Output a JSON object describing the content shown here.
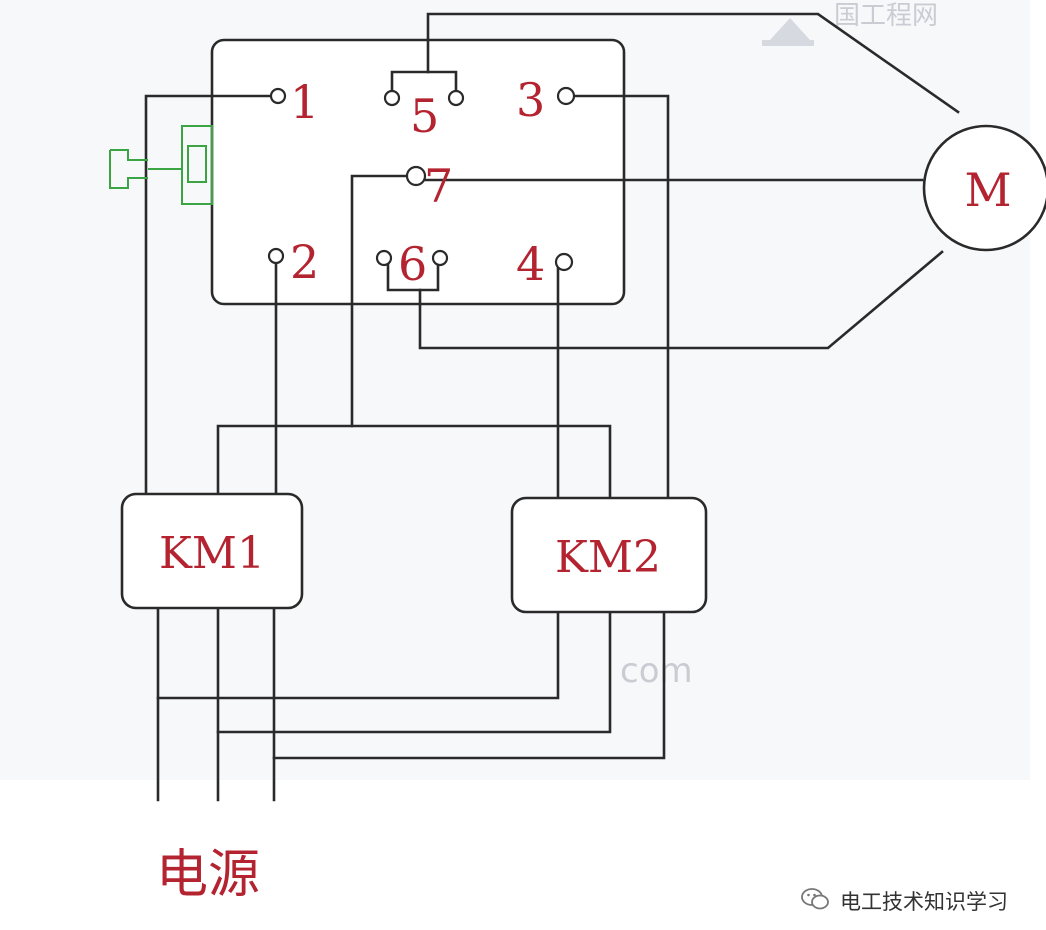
{
  "motor": {
    "label": "M"
  },
  "terminals": {
    "t1": "1",
    "t2": "2",
    "t3": "3",
    "t4": "4",
    "t5": "5",
    "t6": "6",
    "t7": "7"
  },
  "contactors": {
    "km1": "KM1",
    "km2": "KM2"
  },
  "power_source": {
    "label": "电源"
  },
  "watermarks": {
    "top_right": "国工程网",
    "middle": "com"
  },
  "footer": {
    "account": "电工技术知识学习"
  },
  "colors": {
    "label_red": "#b42330",
    "wire": "#2a2a2a",
    "switch_green": "#3aa542",
    "watermark": "#c9ccd3"
  }
}
